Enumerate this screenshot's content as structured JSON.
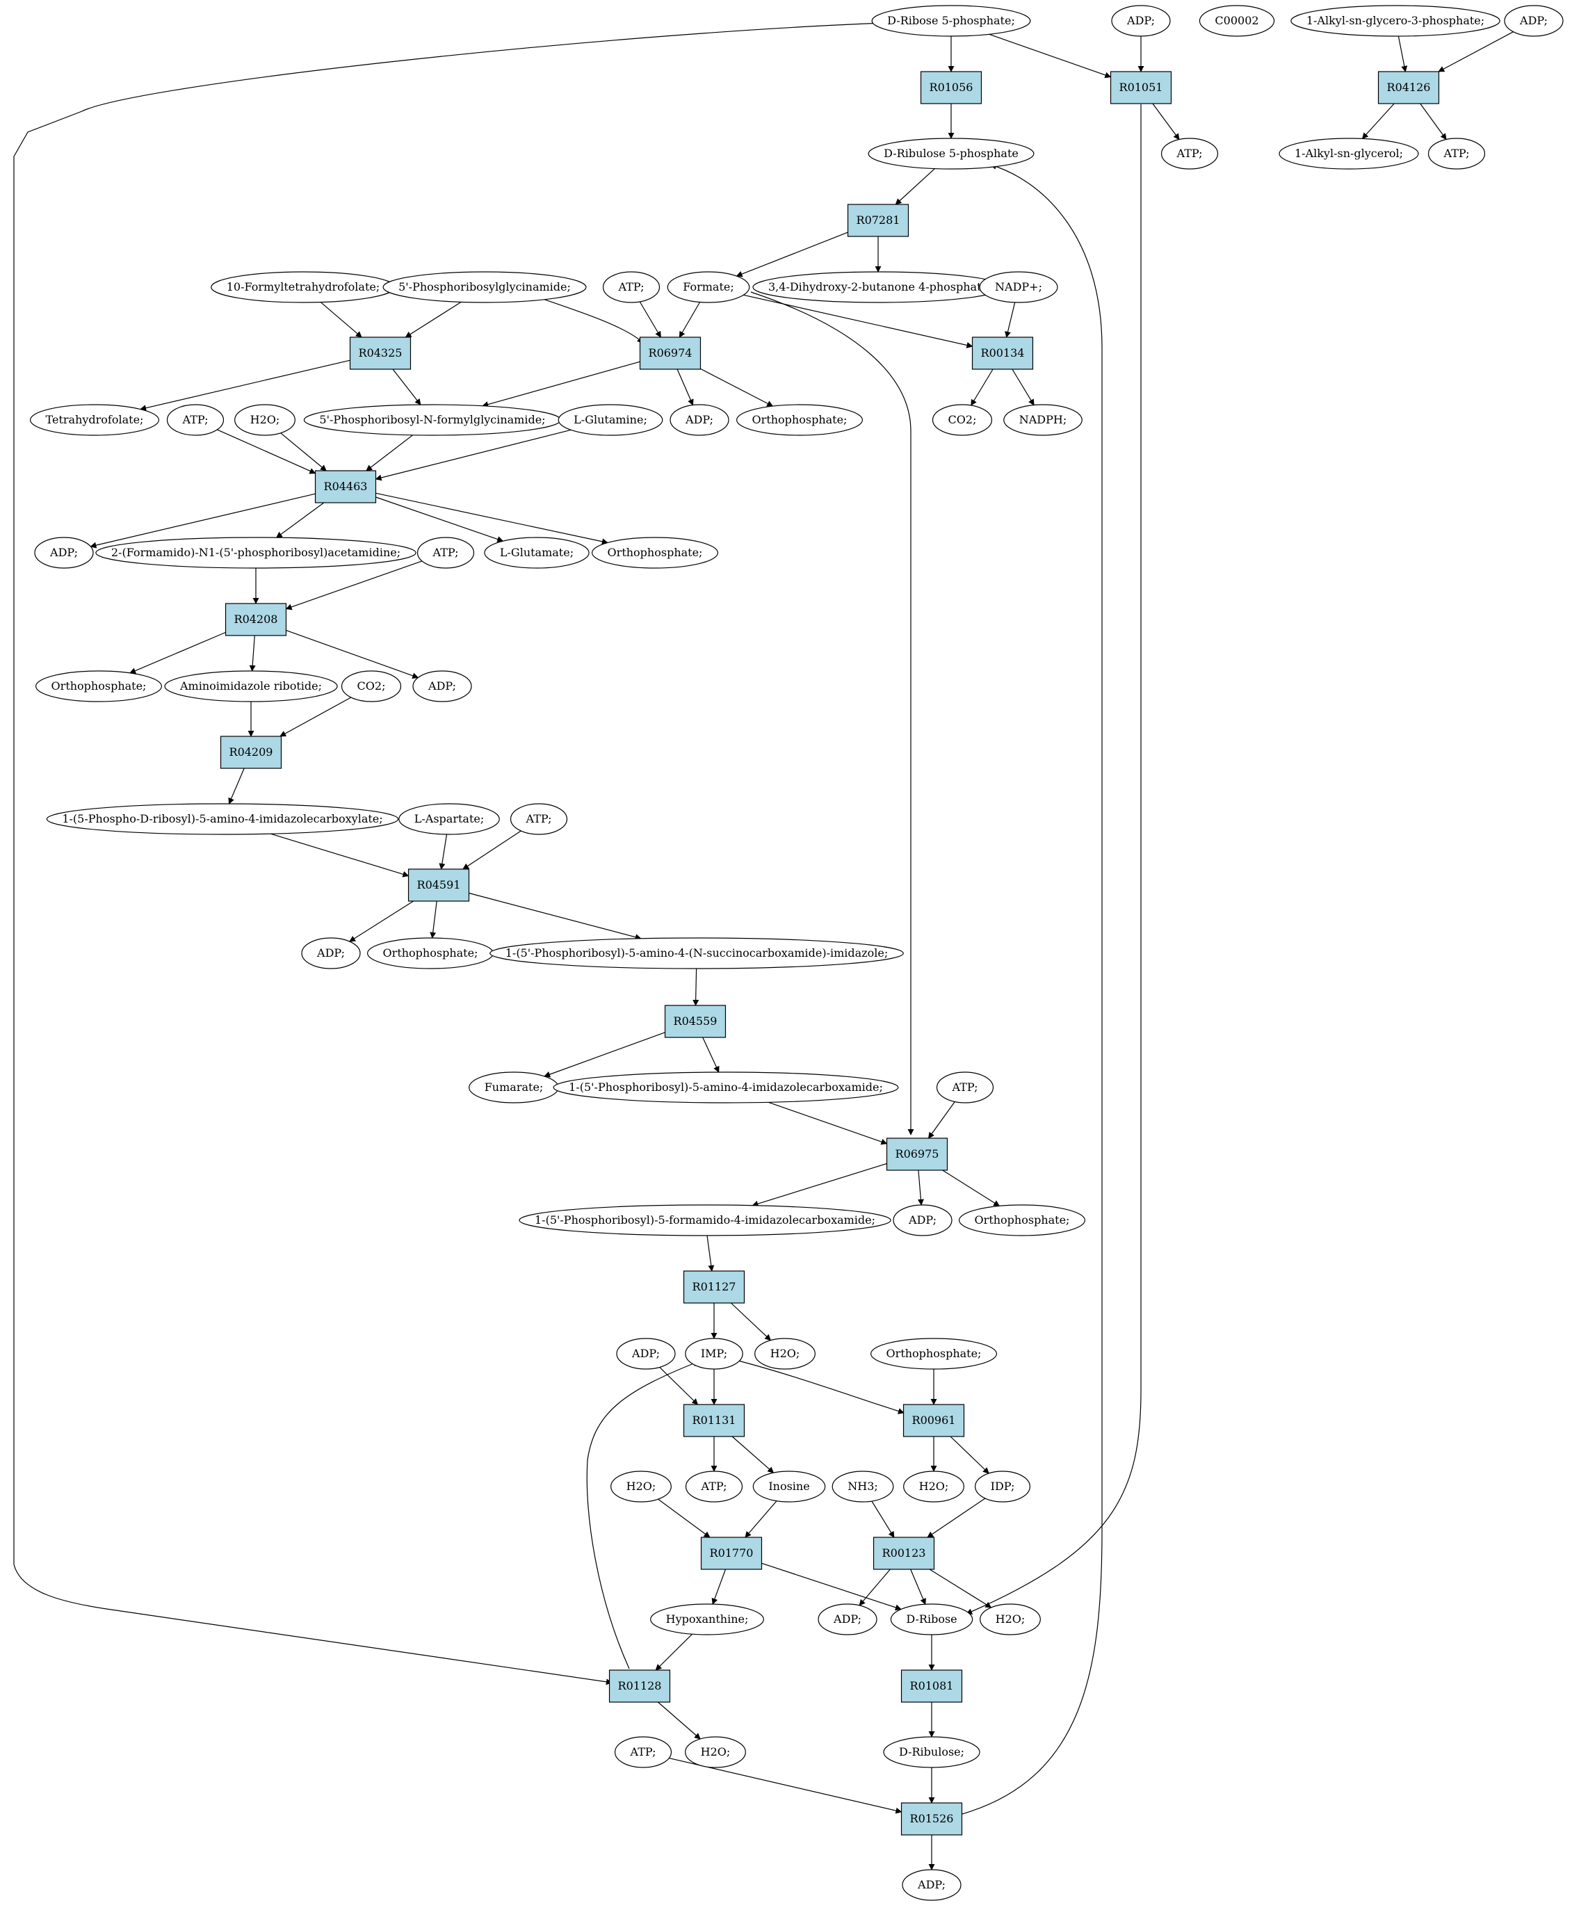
{
  "colors": {
    "start_fill": "#00ee00",
    "special_fill": "#ffff00",
    "reaction_fill": "#add8e6",
    "compound_fill": "#ffffff"
  },
  "nodes": [
    {
      "id": "c_r5p",
      "kind": "compound",
      "label": "D-Ribose 5-phosphate;",
      "fill": "#00ee00"
    },
    {
      "id": "c_adp_top",
      "kind": "compound",
      "label": "ADP;"
    },
    {
      "id": "c_c00002",
      "kind": "compound",
      "label": "C00002",
      "fill": "#ffff00"
    },
    {
      "id": "c_alkylg3p",
      "kind": "compound",
      "label": "1-Alkyl-sn-glycero-3-phosphate;"
    },
    {
      "id": "c_adp_tr",
      "kind": "compound",
      "label": "ADP;"
    },
    {
      "id": "r_R01056",
      "kind": "reaction",
      "label": "R01056"
    },
    {
      "id": "r_R01051",
      "kind": "reaction",
      "label": "R01051"
    },
    {
      "id": "r_R04126",
      "kind": "reaction",
      "label": "R04126"
    },
    {
      "id": "c_ru5p",
      "kind": "compound",
      "label": "D-Ribulose 5-phosphate"
    },
    {
      "id": "c_atp_r01051",
      "kind": "compound",
      "label": "ATP;"
    },
    {
      "id": "c_alkylg",
      "kind": "compound",
      "label": "1-Alkyl-sn-glycerol;"
    },
    {
      "id": "c_atp_r04126",
      "kind": "compound",
      "label": "ATP;"
    },
    {
      "id": "r_R07281",
      "kind": "reaction",
      "label": "R07281"
    },
    {
      "id": "c_thf10",
      "kind": "compound",
      "label": "10-Formyltetrahydrofolate;"
    },
    {
      "id": "c_gar",
      "kind": "compound",
      "label": "5'-Phosphoribosylglycinamide;"
    },
    {
      "id": "c_atp_r06974",
      "kind": "compound",
      "label": "ATP;"
    },
    {
      "id": "c_formate",
      "kind": "compound",
      "label": "Formate;"
    },
    {
      "id": "c_dhbp",
      "kind": "compound",
      "label": "3,4-Dihydroxy-2-butanone 4-phosphate"
    },
    {
      "id": "c_nadp",
      "kind": "compound",
      "label": "NADP+;"
    },
    {
      "id": "r_R04325",
      "kind": "reaction",
      "label": "R04325"
    },
    {
      "id": "r_R06974",
      "kind": "reaction",
      "label": "R06974"
    },
    {
      "id": "r_R00134",
      "kind": "reaction",
      "label": "R00134"
    },
    {
      "id": "c_thf",
      "kind": "compound",
      "label": "Tetrahydrofolate;"
    },
    {
      "id": "c_atp_r04463",
      "kind": "compound",
      "label": "ATP;"
    },
    {
      "id": "c_h2o_r04463",
      "kind": "compound",
      "label": "H2O;"
    },
    {
      "id": "c_fgar",
      "kind": "compound",
      "label": "5'-Phosphoribosyl-N-formylglycinamide;"
    },
    {
      "id": "c_gln",
      "kind": "compound",
      "label": "L-Glutamine;"
    },
    {
      "id": "c_adp_r06974",
      "kind": "compound",
      "label": "ADP;"
    },
    {
      "id": "c_pi_r06974",
      "kind": "compound",
      "label": "Orthophosphate;"
    },
    {
      "id": "c_co2_r00134",
      "kind": "compound",
      "label": "CO2;"
    },
    {
      "id": "c_nadph",
      "kind": "compound",
      "label": "NADPH;"
    },
    {
      "id": "r_R04463",
      "kind": "reaction",
      "label": "R04463"
    },
    {
      "id": "c_adp_r04463",
      "kind": "compound",
      "label": "ADP;"
    },
    {
      "id": "c_fgam",
      "kind": "compound",
      "label": "2-(Formamido)-N1-(5'-phosphoribosyl)acetamidine;"
    },
    {
      "id": "c_glu",
      "kind": "compound",
      "label": "L-Glutamate;"
    },
    {
      "id": "c_pi_r04463",
      "kind": "compound",
      "label": "Orthophosphate;"
    },
    {
      "id": "c_atp_r04208",
      "kind": "compound",
      "label": "ATP;"
    },
    {
      "id": "r_R04208",
      "kind": "reaction",
      "label": "R04208"
    },
    {
      "id": "c_pi_r04208",
      "kind": "compound",
      "label": "Orthophosphate;"
    },
    {
      "id": "c_air",
      "kind": "compound",
      "label": "Aminoimidazole ribotide;"
    },
    {
      "id": "c_co2_r04209",
      "kind": "compound",
      "label": "CO2;"
    },
    {
      "id": "c_adp_r04208",
      "kind": "compound",
      "label": "ADP;"
    },
    {
      "id": "r_R04209",
      "kind": "reaction",
      "label": "R04209"
    },
    {
      "id": "c_cair",
      "kind": "compound",
      "label": "1-(5-Phospho-D-ribosyl)-5-amino-4-imidazolecarboxylate;"
    },
    {
      "id": "c_asp",
      "kind": "compound",
      "label": "L-Aspartate;"
    },
    {
      "id": "c_atp_r04591",
      "kind": "compound",
      "label": "ATP;"
    },
    {
      "id": "r_R04591",
      "kind": "reaction",
      "label": "R04591"
    },
    {
      "id": "c_adp_r04591",
      "kind": "compound",
      "label": "ADP;"
    },
    {
      "id": "c_pi_r04591",
      "kind": "compound",
      "label": "Orthophosphate;"
    },
    {
      "id": "c_saicar",
      "kind": "compound",
      "label": "1-(5'-Phosphoribosyl)-5-amino-4-(N-succinocarboxamide)-imidazole;"
    },
    {
      "id": "r_R04559",
      "kind": "reaction",
      "label": "R04559"
    },
    {
      "id": "c_fumarate",
      "kind": "compound",
      "label": "Fumarate;"
    },
    {
      "id": "c_aicar",
      "kind": "compound",
      "label": "1-(5'-Phosphoribosyl)-5-amino-4-imidazolecarboxamide;"
    },
    {
      "id": "c_atp_r06975",
      "kind": "compound",
      "label": "ATP;"
    },
    {
      "id": "r_R06975",
      "kind": "reaction",
      "label": "R06975"
    },
    {
      "id": "c_faicar",
      "kind": "compound",
      "label": "1-(5'-Phosphoribosyl)-5-formamido-4-imidazolecarboxamide;"
    },
    {
      "id": "c_adp_r06975",
      "kind": "compound",
      "label": "ADP;"
    },
    {
      "id": "c_pi_r06975",
      "kind": "compound",
      "label": "Orthophosphate;"
    },
    {
      "id": "r_R01127",
      "kind": "reaction",
      "label": "R01127"
    },
    {
      "id": "c_adp_r01131",
      "kind": "compound",
      "label": "ADP;"
    },
    {
      "id": "c_imp",
      "kind": "compound",
      "label": "IMP;"
    },
    {
      "id": "c_h2o_r01127",
      "kind": "compound",
      "label": "H2O;"
    },
    {
      "id": "c_pi_r00961",
      "kind": "compound",
      "label": "Orthophosphate;"
    },
    {
      "id": "r_R01131",
      "kind": "reaction",
      "label": "R01131"
    },
    {
      "id": "r_R00961",
      "kind": "reaction",
      "label": "R00961"
    },
    {
      "id": "c_h2o_r01770",
      "kind": "compound",
      "label": "H2O;"
    },
    {
      "id": "c_atp_r01131",
      "kind": "compound",
      "label": "ATP;"
    },
    {
      "id": "c_inosine",
      "kind": "compound",
      "label": "Inosine"
    },
    {
      "id": "c_nh3",
      "kind": "compound",
      "label": "NH3;"
    },
    {
      "id": "c_h2o_r00961",
      "kind": "compound",
      "label": "H2O;"
    },
    {
      "id": "c_idp",
      "kind": "compound",
      "label": "IDP;"
    },
    {
      "id": "r_R01770",
      "kind": "reaction",
      "label": "R01770"
    },
    {
      "id": "r_R00123",
      "kind": "reaction",
      "label": "R00123"
    },
    {
      "id": "c_hypox",
      "kind": "compound",
      "label": "Hypoxanthine;"
    },
    {
      "id": "c_adp_r00123",
      "kind": "compound",
      "label": "ADP;"
    },
    {
      "id": "c_ribose",
      "kind": "compound",
      "label": "D-Ribose"
    },
    {
      "id": "c_h2o_r00123",
      "kind": "compound",
      "label": "H2O;"
    },
    {
      "id": "r_R01128",
      "kind": "reaction",
      "label": "R01128"
    },
    {
      "id": "r_R01081",
      "kind": "reaction",
      "label": "R01081"
    },
    {
      "id": "c_atp_r01526",
      "kind": "compound",
      "label": "ATP;"
    },
    {
      "id": "c_h2o_r01128",
      "kind": "compound",
      "label": "H2O;"
    },
    {
      "id": "c_ribulose",
      "kind": "compound",
      "label": "D-Ribulose;"
    },
    {
      "id": "r_R01526",
      "kind": "reaction",
      "label": "R01526"
    },
    {
      "id": "c_adp_r01526",
      "kind": "compound",
      "label": "ADP;"
    }
  ],
  "edges": [
    [
      "c_r5p",
      "r_R01056"
    ],
    [
      "c_r5p",
      "r_R01051"
    ],
    [
      "c_r5p",
      "r_R01128"
    ],
    [
      "c_adp_top",
      "r_R01051"
    ],
    [
      "r_R01051",
      "c_atp_r01051"
    ],
    [
      "r_R01051",
      "c_ribose"
    ],
    [
      "c_alkylg3p",
      "r_R04126"
    ],
    [
      "c_adp_tr",
      "r_R04126"
    ],
    [
      "r_R04126",
      "c_alkylg"
    ],
    [
      "r_R04126",
      "c_atp_r04126"
    ],
    [
      "r_R01056",
      "c_ru5p"
    ],
    [
      "c_ru5p",
      "r_R07281"
    ],
    [
      "r_R07281",
      "c_formate"
    ],
    [
      "r_R07281",
      "c_dhbp"
    ],
    [
      "c_thf10",
      "r_R04325"
    ],
    [
      "c_gar",
      "r_R04325"
    ],
    [
      "c_gar",
      "r_R06974"
    ],
    [
      "c_atp_r06974",
      "r_R06974"
    ],
    [
      "c_formate",
      "r_R06974"
    ],
    [
      "c_formate",
      "r_R00134"
    ],
    [
      "c_nadp",
      "r_R00134"
    ],
    [
      "c_formate",
      "r_R06975"
    ],
    [
      "r_R04325",
      "c_thf"
    ],
    [
      "r_R04325",
      "c_fgar"
    ],
    [
      "r_R06974",
      "c_fgar"
    ],
    [
      "r_R06974",
      "c_adp_r06974"
    ],
    [
      "r_R06974",
      "c_pi_r06974"
    ],
    [
      "r_R00134",
      "c_co2_r00134"
    ],
    [
      "r_R00134",
      "c_nadph"
    ],
    [
      "c_atp_r04463",
      "r_R04463"
    ],
    [
      "c_h2o_r04463",
      "r_R04463"
    ],
    [
      "c_fgar",
      "r_R04463"
    ],
    [
      "c_gln",
      "r_R04463"
    ],
    [
      "r_R04463",
      "c_adp_r04463"
    ],
    [
      "r_R04463",
      "c_fgam"
    ],
    [
      "r_R04463",
      "c_glu"
    ],
    [
      "r_R04463",
      "c_pi_r04463"
    ],
    [
      "c_fgam",
      "r_R04208"
    ],
    [
      "c_atp_r04208",
      "r_R04208"
    ],
    [
      "r_R04208",
      "c_pi_r04208"
    ],
    [
      "r_R04208",
      "c_air"
    ],
    [
      "r_R04208",
      "c_adp_r04208"
    ],
    [
      "c_air",
      "r_R04209"
    ],
    [
      "c_co2_r04209",
      "r_R04209"
    ],
    [
      "r_R04209",
      "c_cair"
    ],
    [
      "c_cair",
      "r_R04591"
    ],
    [
      "c_asp",
      "r_R04591"
    ],
    [
      "c_atp_r04591",
      "r_R04591"
    ],
    [
      "r_R04591",
      "c_adp_r04591"
    ],
    [
      "r_R04591",
      "c_pi_r04591"
    ],
    [
      "r_R04591",
      "c_saicar"
    ],
    [
      "c_saicar",
      "r_R04559"
    ],
    [
      "r_R04559",
      "c_fumarate"
    ],
    [
      "r_R04559",
      "c_aicar"
    ],
    [
      "c_aicar",
      "r_R06975"
    ],
    [
      "c_atp_r06975",
      "r_R06975"
    ],
    [
      "r_R06975",
      "c_faicar"
    ],
    [
      "r_R06975",
      "c_adp_r06975"
    ],
    [
      "r_R06975",
      "c_pi_r06975"
    ],
    [
      "c_faicar",
      "r_R01127"
    ],
    [
      "r_R01127",
      "c_imp"
    ],
    [
      "r_R01127",
      "c_h2o_r01127"
    ],
    [
      "c_adp_r01131",
      "r_R01131"
    ],
    [
      "c_imp",
      "r_R01131"
    ],
    [
      "c_imp",
      "r_R00961"
    ],
    [
      "c_pi_r00961",
      "r_R00961"
    ],
    [
      "r_R01131",
      "c_atp_r01131"
    ],
    [
      "r_R01131",
      "c_inosine"
    ],
    [
      "r_R00961",
      "c_h2o_r00961"
    ],
    [
      "r_R00961",
      "c_idp"
    ],
    [
      "c_h2o_r01770",
      "r_R01770"
    ],
    [
      "c_inosine",
      "r_R01770"
    ],
    [
      "c_nh3",
      "r_R00123"
    ],
    [
      "c_idp",
      "r_R00123"
    ],
    [
      "r_R01770",
      "c_hypox"
    ],
    [
      "r_R01770",
      "c_ribose"
    ],
    [
      "r_R00123",
      "c_adp_r00123"
    ],
    [
      "r_R00123",
      "c_ribose"
    ],
    [
      "r_R00123",
      "c_h2o_r00123"
    ],
    [
      "c_hypox",
      "r_R01128"
    ],
    [
      "r_R01128",
      "c_imp"
    ],
    [
      "r_R01128",
      "c_h2o_r01128"
    ],
    [
      "c_ribose",
      "r_R01081"
    ],
    [
      "r_R01081",
      "c_ribulose"
    ],
    [
      "c_atp_r01526",
      "r_R01526"
    ],
    [
      "c_ribulose",
      "r_R01526"
    ],
    [
      "r_R01526",
      "c_adp_r01526"
    ],
    [
      "r_R01526",
      "c_ru5p"
    ]
  ]
}
